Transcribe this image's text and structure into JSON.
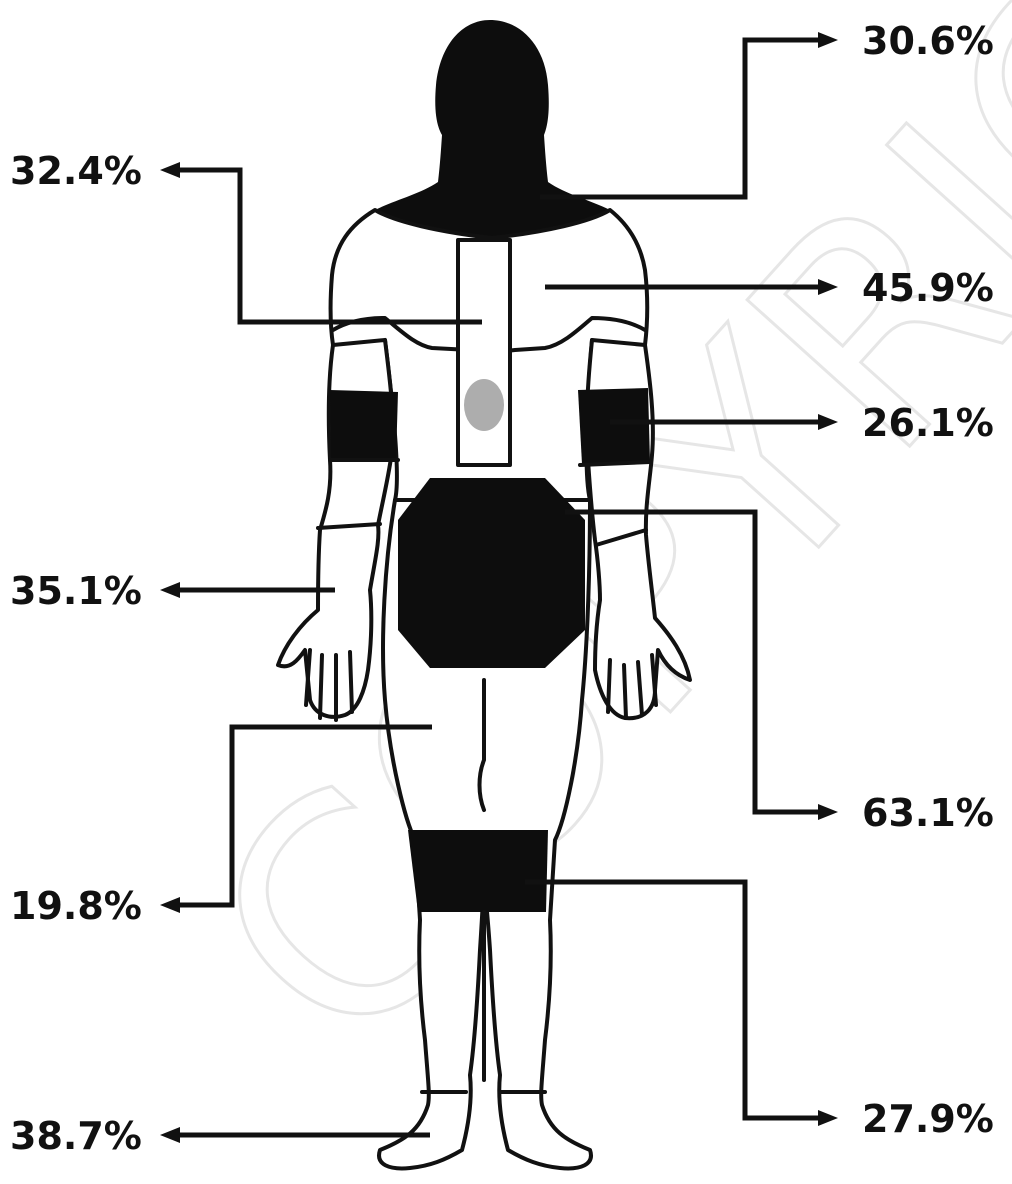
{
  "figure": {
    "watermark_text": "COPYRIGHT UPDATE",
    "colors": {
      "ink": "#111111",
      "dark_region": "#0d0d0d",
      "background": "#ffffff",
      "watermark": "#e6e6e6"
    }
  },
  "body_regions": [
    {
      "region": "head-neck",
      "value": "30.6%"
    },
    {
      "region": "upper-spine",
      "value": "32.4%"
    },
    {
      "region": "upper-back-shoulders",
      "value": "45.9%"
    },
    {
      "region": "upper-arm",
      "value": "26.1%"
    },
    {
      "region": "forearm-hand",
      "value": "35.1%"
    },
    {
      "region": "lower-back-buttocks",
      "value": "63.1%"
    },
    {
      "region": "thigh",
      "value": "19.8%"
    },
    {
      "region": "knee",
      "value": "27.9%"
    },
    {
      "region": "ankle-foot",
      "value": "38.7%"
    }
  ]
}
